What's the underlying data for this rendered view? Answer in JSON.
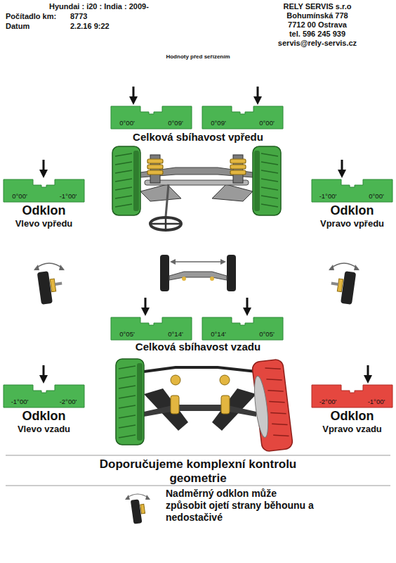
{
  "diagram": {
    "nodes": [
      {
        "text": [
          "0°00'",
          "0°09'"
        ]
      },
      {
        "text": [
          "0°09'",
          "0°00'"
        ]
      },
      {
        "text": [
          "0°00'",
          "-1°00'",
          "Odklon",
          "Vlevo vpředu"
        ]
      },
      {
        "text": [
          "-1°00'",
          "0°00'",
          "Odklon",
          "Vpravo vpředu"
        ]
      },
      {
        "text": [
          "0°05'",
          "0°14'"
        ]
      },
      {
        "text": [
          "0°14'",
          "0°05'"
        ]
      },
      {
        "text": [
          "-1°00'",
          "-2°00'",
          "Odklon",
          "Vlevo vzadu"
        ]
      },
      {
        "text": [
          "-2°00'",
          "-1°00'",
          "Odklon",
          "Vpravo vzadu"
        ]
      }
    ],
    "labels": [
      "Hyundai : i20 : India : 2009-",
      "Počítadlo km:",
      "8773",
      "Datum",
      "2.2.16 9:22",
      "RELY SERVIS s.r.o",
      "Bohumínská 778",
      "7712 00 Ostrava",
      "tel. 596 245 939",
      "servis@rely-servis.cz",
      "Hodnoty před seřízením",
      "Celková sbíhavost vpředu",
      "Celková sbíhavost vzadu",
      "Doporučujeme komplexní kontrolu geometrie",
      "Nadměrný odklon může způsobit ojetí strany běhounu a nedostačivé"
    ]
  }
}
